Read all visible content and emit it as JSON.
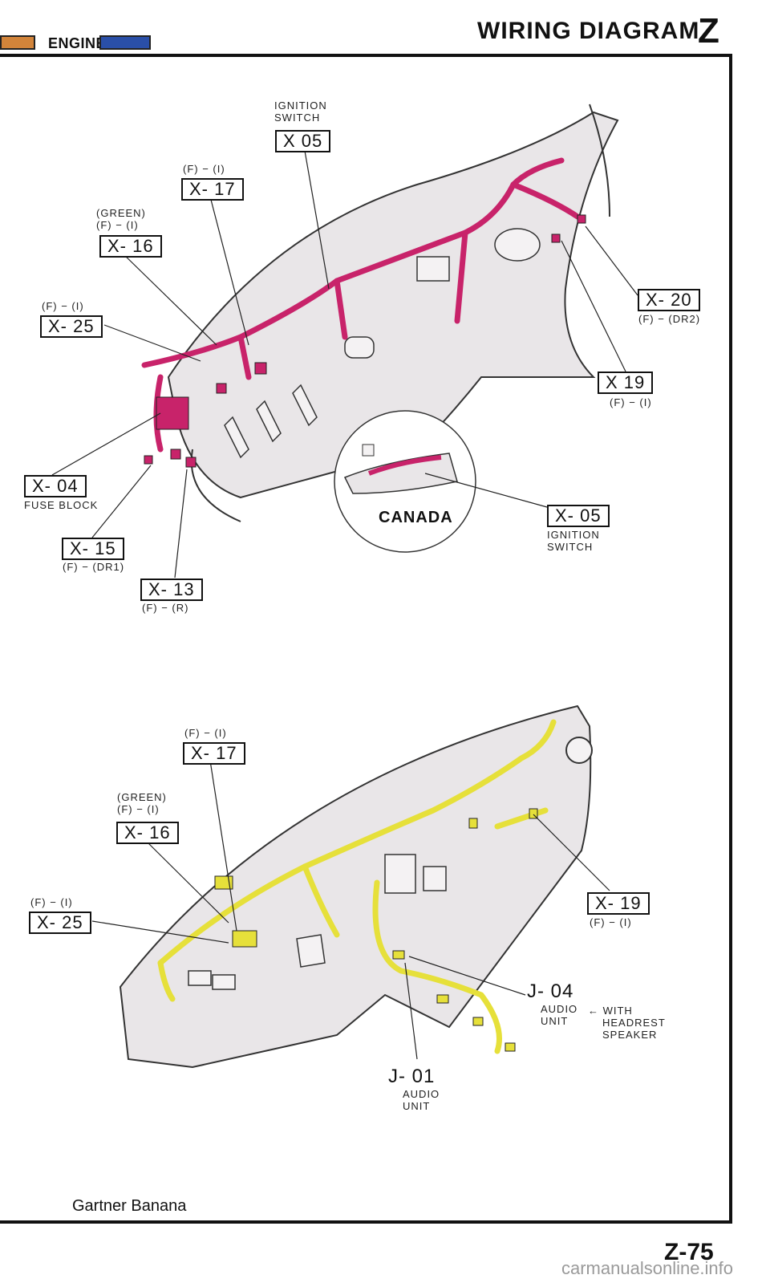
{
  "header": {
    "section": "ENGINE",
    "title": "WIRING DIAGRAM",
    "section_letter": "Z",
    "colors": {
      "orange_tab": "#d2843a",
      "blue_tab": "#2a4fa8"
    }
  },
  "top_view": {
    "x05_top": {
      "note1": "IGNITION",
      "note2": "SWITCH",
      "code": "X 05"
    },
    "x17": {
      "spec": "(F) − (I)",
      "code": "X- 17"
    },
    "x16": {
      "note": "(GREEN)",
      "spec": "(F) − (I)",
      "code": "X- 16"
    },
    "x25": {
      "spec": "(F) − (I)",
      "code": "X- 25"
    },
    "x20": {
      "code": "X- 20",
      "spec": "(F) − (DR2)"
    },
    "x19": {
      "code": "X 19",
      "spec": "(F) − (I)"
    },
    "x04": {
      "code": "X- 04",
      "note": "FUSE BLOCK"
    },
    "x15": {
      "code": "X- 15",
      "spec": "(F) − (DR1)"
    },
    "x13": {
      "code": "X- 13",
      "spec": "(F) − (R)"
    },
    "canada": "CANADA",
    "x05_canada": {
      "code": "X- 05",
      "note1": "IGNITION",
      "note2": "SWITCH"
    },
    "harness_color": "#c8236a"
  },
  "bottom_view": {
    "x17": {
      "spec": "(F) − (I)",
      "code": "X- 17"
    },
    "x16": {
      "note": "(GREEN)",
      "spec": "(F) − (I)",
      "code": "X- 16"
    },
    "x25": {
      "spec": "(F) − (I)",
      "code": "X- 25"
    },
    "x19": {
      "code": "X- 19",
      "spec": "(F) − (I)"
    },
    "j04": {
      "code": "J- 04",
      "note1": "AUDIO",
      "note2": "UNIT",
      "with1": "← WITH",
      "with2": "HEADREST",
      "with3": "SPEAKER"
    },
    "j01": {
      "code": "J- 01",
      "note1": "AUDIO",
      "note2": "UNIT"
    },
    "harness_color": "#e6e03a"
  },
  "footer": {
    "caption": "Gartner Banana",
    "page": "Z-75",
    "watermark": "carmanualsonline.info"
  }
}
